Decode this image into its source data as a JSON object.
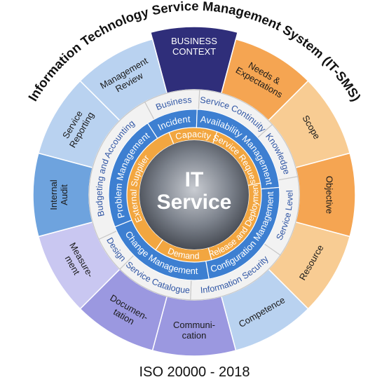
{
  "title": "Information Technology Service Management System (IT-SMS)",
  "footer": "ISO 20000 - 2018",
  "center": {
    "line1": "IT",
    "line2": "Service"
  },
  "colors": {
    "navy": "#2f2e7a",
    "orange": "#f5a552",
    "orange_light": "#f8cc93",
    "blue": "#6ea3de",
    "blue_light": "#b9d2f0",
    "purple": "#9b98e0",
    "purple_light": "#c9c7f1",
    "grey_ring": "#f2f2f2",
    "blue_ring": "#3d7fd1",
    "inner_orange": "#f2a640"
  },
  "outer_segments": [
    {
      "label": "BUSINESS\nCONTEXT",
      "color": "navy"
    },
    {
      "label": "Needs &\nExpectations",
      "color": "orange"
    },
    {
      "label": "Scope",
      "color": "orange_light"
    },
    {
      "label": "Objective",
      "color": "orange"
    },
    {
      "label": "Resource",
      "color": "orange_light"
    },
    {
      "label": "Competence",
      "color": "blue_light"
    },
    {
      "label": "Communi-\ncation",
      "color": "purple"
    },
    {
      "label": "Documen-\ntation",
      "color": "purple"
    },
    {
      "label": "Measure-\nment",
      "color": "purple_light"
    },
    {
      "label": "Internal\nAudit",
      "color": "blue"
    },
    {
      "label": "Service\nReporting",
      "color": "blue_light"
    },
    {
      "label": "Management\nReview",
      "color": "blue_light"
    }
  ],
  "grey_ring_items": [
    "Business",
    "Service Continuity",
    "Knowledge",
    "Service Level",
    "Information Security",
    "Service Catalogue",
    "Design",
    "Budgeting and Accounting"
  ],
  "blue_ring_items": [
    "Incident",
    "Availability Management",
    "Configuration Management",
    "Change Management",
    "Problem Management"
  ],
  "inner_ring_items": [
    "Capacity",
    "Service Request",
    "Release and Deployment",
    "Demand",
    "External Supplier"
  ]
}
